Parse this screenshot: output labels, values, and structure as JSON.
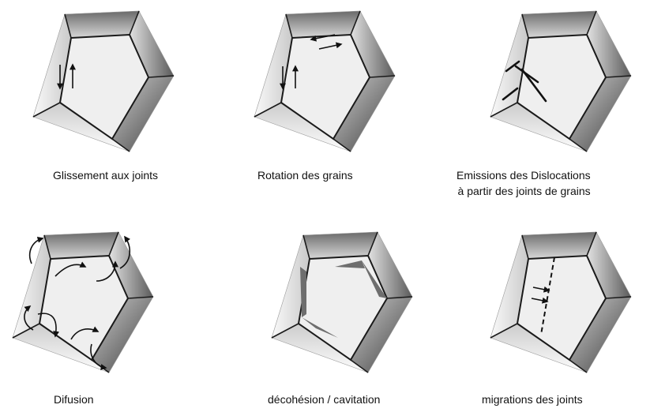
{
  "panels": [
    {
      "id": "glissement",
      "caption": [
        "Glissement aux joints"
      ]
    },
    {
      "id": "rotation",
      "caption": [
        "Rotation des grains"
      ]
    },
    {
      "id": "emissions",
      "caption": [
        "Emissions des Dislocations",
        "à partir des joints de grains"
      ]
    },
    {
      "id": "diffusion",
      "caption": [
        "Difusion"
      ]
    },
    {
      "id": "decohesion",
      "caption": [
        "décohésion / cavitation"
      ]
    },
    {
      "id": "migrations",
      "caption": [
        "migrations des joints"
      ]
    }
  ],
  "colors": {
    "grain_face": "#efefef",
    "dark_bevel": "#5a5a5a",
    "light_bevel": "#f4f4f4",
    "cavity": "#6e6e6e",
    "outline": "#1a1a1a"
  }
}
